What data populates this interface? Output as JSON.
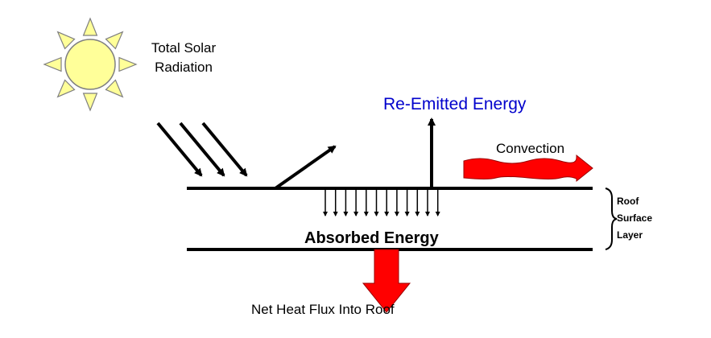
{
  "labels": {
    "total_solar_radiation": "Total Solar Radiation",
    "re_emitted_energy": "Re-Emitted Energy",
    "convection": "Convection",
    "absorbed_energy": "Absorbed Energy",
    "net_heat_flux": "Net Heat Flux Into Roof",
    "roof_surface_layer": "Roof Surface Layer"
  },
  "icons": {
    "sun": "sun-icon",
    "convection_wave": "wavy-arrow-icon",
    "heat_flux_arrow": "block-arrow-down-icon"
  },
  "colors": {
    "sun_fill": "#ffff99",
    "sun_stroke": "#7f7f7f",
    "re_emitted_text": "#0000cc",
    "convection_fill": "#ff0000",
    "heat_flux_fill": "#ff0000",
    "line_color": "#000000"
  }
}
